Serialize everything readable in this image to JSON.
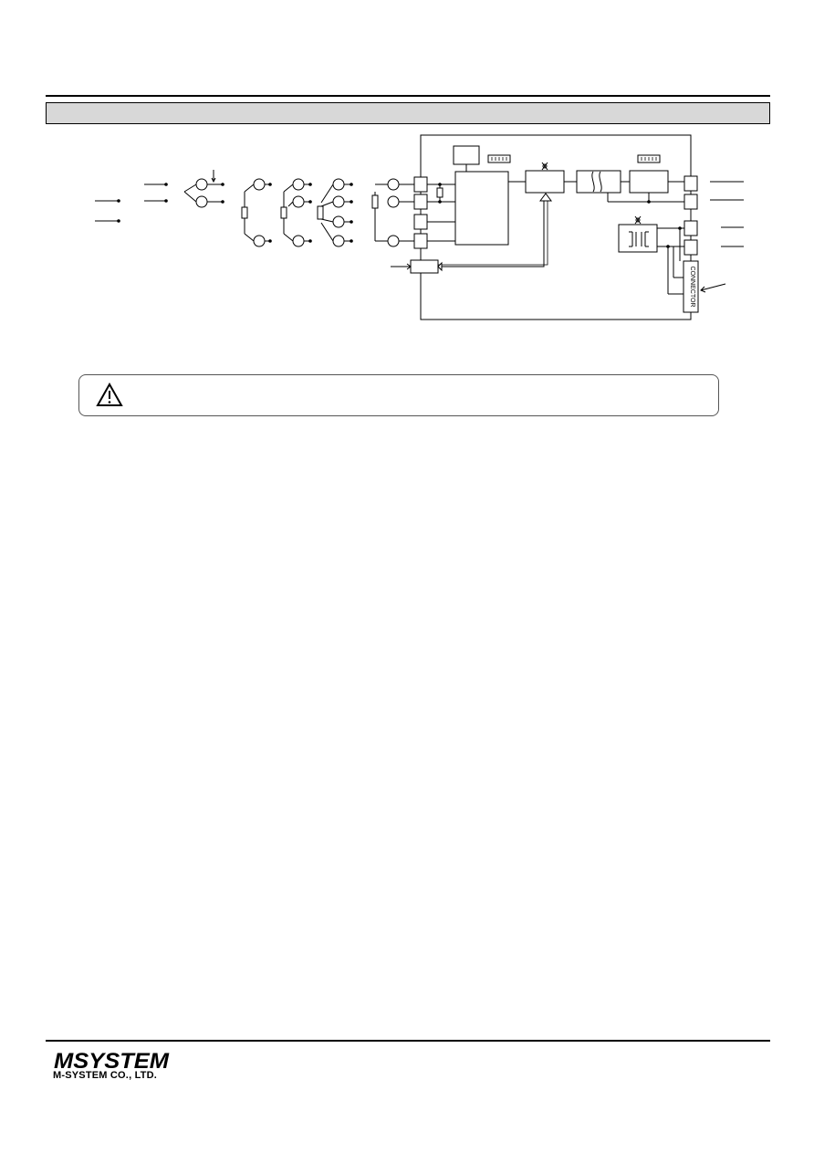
{
  "section": {
    "title": ""
  },
  "diagram": {
    "connector_label": "CONNECTOR"
  },
  "caution": {
    "text": ""
  },
  "footer": {
    "logo_text": "MSYSTEM",
    "company_name": "M-SYSTEM CO., LTD."
  }
}
